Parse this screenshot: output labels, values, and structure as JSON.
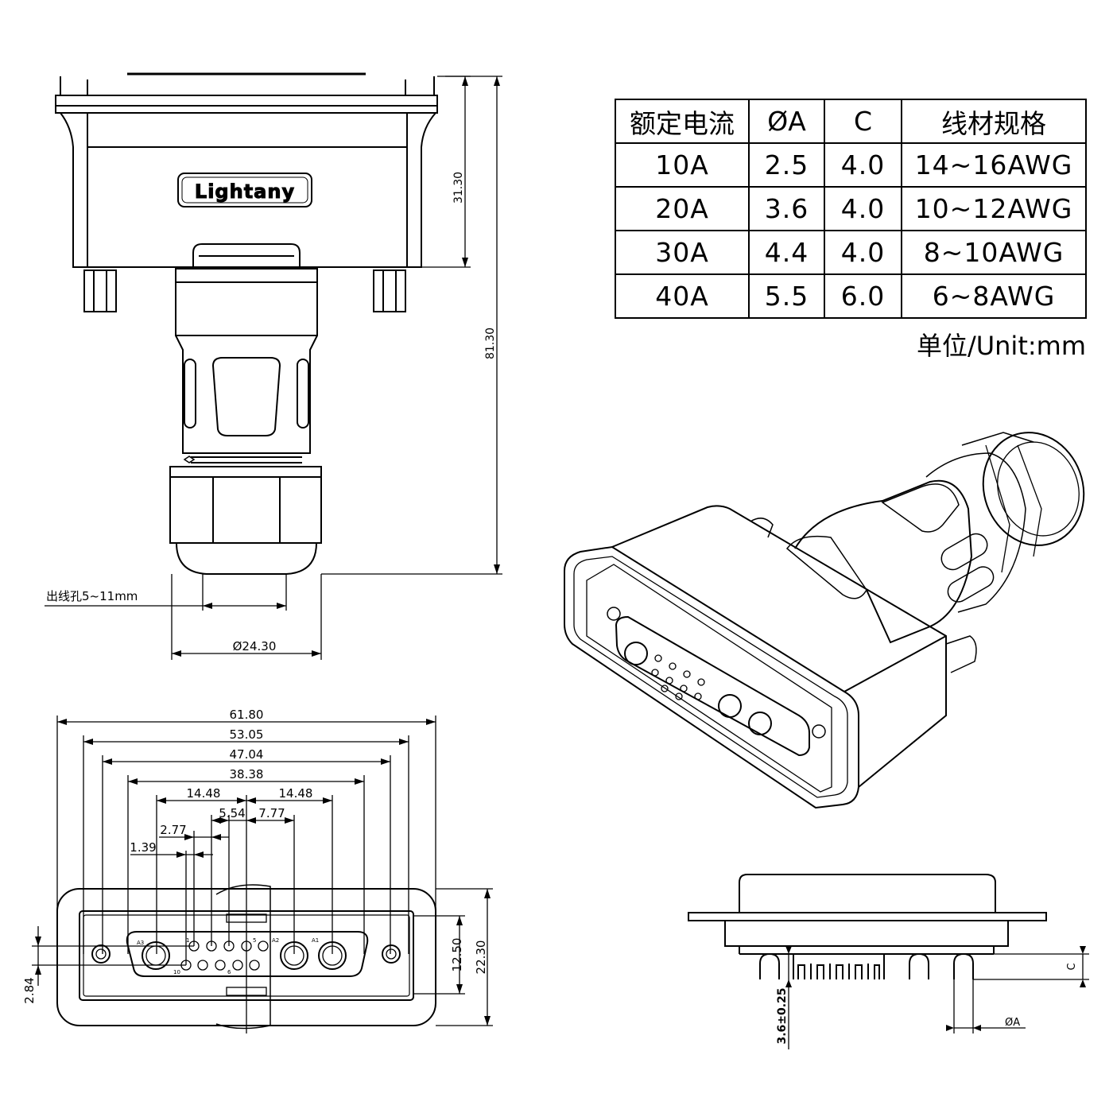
{
  "brand": "Lightany",
  "spec_table": {
    "headers": [
      "额定电流",
      "ØA",
      "C",
      "线材规格"
    ],
    "rows": [
      [
        "10A",
        "2.5",
        "4.0",
        "14~16AWG"
      ],
      [
        "20A",
        "3.6",
        "4.0",
        "10~12AWG"
      ],
      [
        "30A",
        "4.4",
        "4.0",
        "8~10AWG"
      ],
      [
        "40A",
        "5.5",
        "6.0",
        "6~8AWG"
      ]
    ]
  },
  "unit_note": "单位/Unit:mm",
  "dimensions": {
    "height_body": "31.30",
    "height_total": "81.30",
    "cable_hole": "出线孔5~11mm",
    "nut_diameter": "Ø24.30",
    "width_overall": "61.80",
    "width_mount": "53.05",
    "width_shell": "47.04",
    "width_insert": "38.38",
    "pitch_left": "14.48",
    "pitch_right": "14.48",
    "d_554": "5.54",
    "d_777": "7.77",
    "d_277": "2.77",
    "d_139": "1.39",
    "h_1250": "12.50",
    "h_2230": "22.30",
    "h_284": "2.84",
    "pin_len": "3.6±0.25",
    "pin_c": "C",
    "pin_a": "ØA"
  },
  "pin_marks": [
    "A3",
    "1",
    "5",
    "A2",
    "A1",
    "10",
    "6"
  ]
}
